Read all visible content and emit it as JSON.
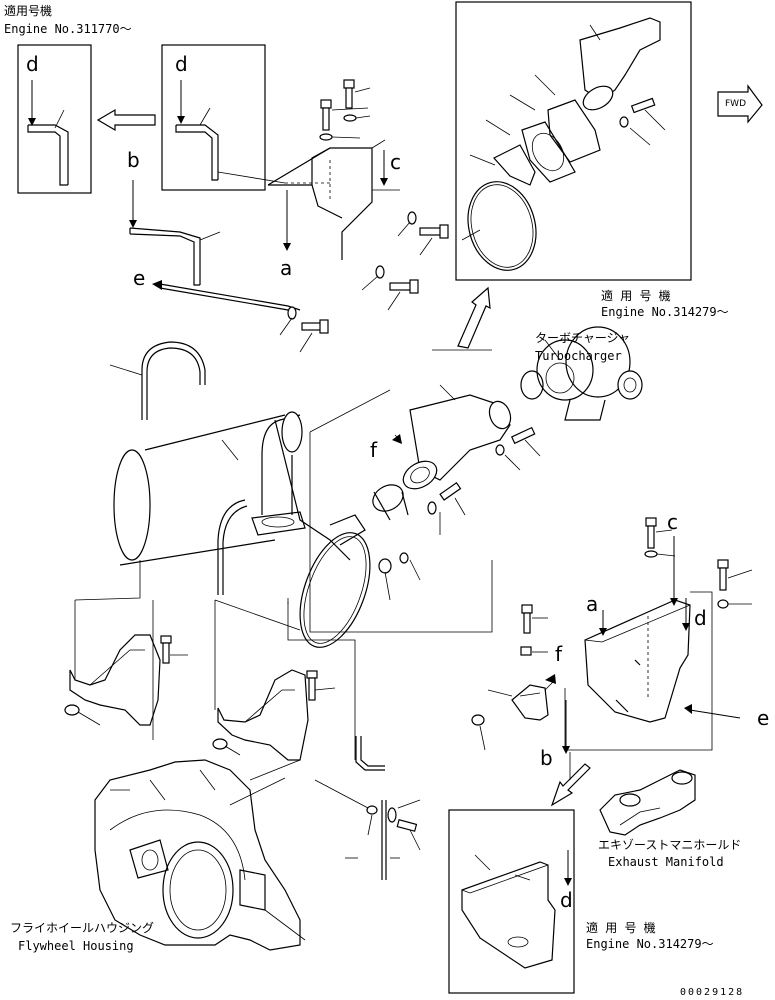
{
  "labels": {
    "applicable_top_left_jp": "適用号機",
    "engine_no_top_left": "Engine No.311770～",
    "applicable_mid_right_jp": "適 用 号 機",
    "engine_no_mid_right": "Engine No.314279～",
    "turbo_jp": "ターボチャージャ",
    "turbo_en": "Turbocharger",
    "exhaust_jp": "エキゾーストマニホールド",
    "exhaust_en": "Exhaust Manifold",
    "flywheel_jp": "フライホイールハウジング",
    "flywheel_en": "Flywheel Housing",
    "applicable_bottom_right_jp": "適 用 号 機",
    "engine_no_bottom_right": "Engine No.314279～",
    "drawing_number": "00029128",
    "fwd": "FWD"
  },
  "callouts": {
    "a": "a",
    "b": "b",
    "c": "c",
    "d": "d",
    "e": "e",
    "f": "f"
  }
}
